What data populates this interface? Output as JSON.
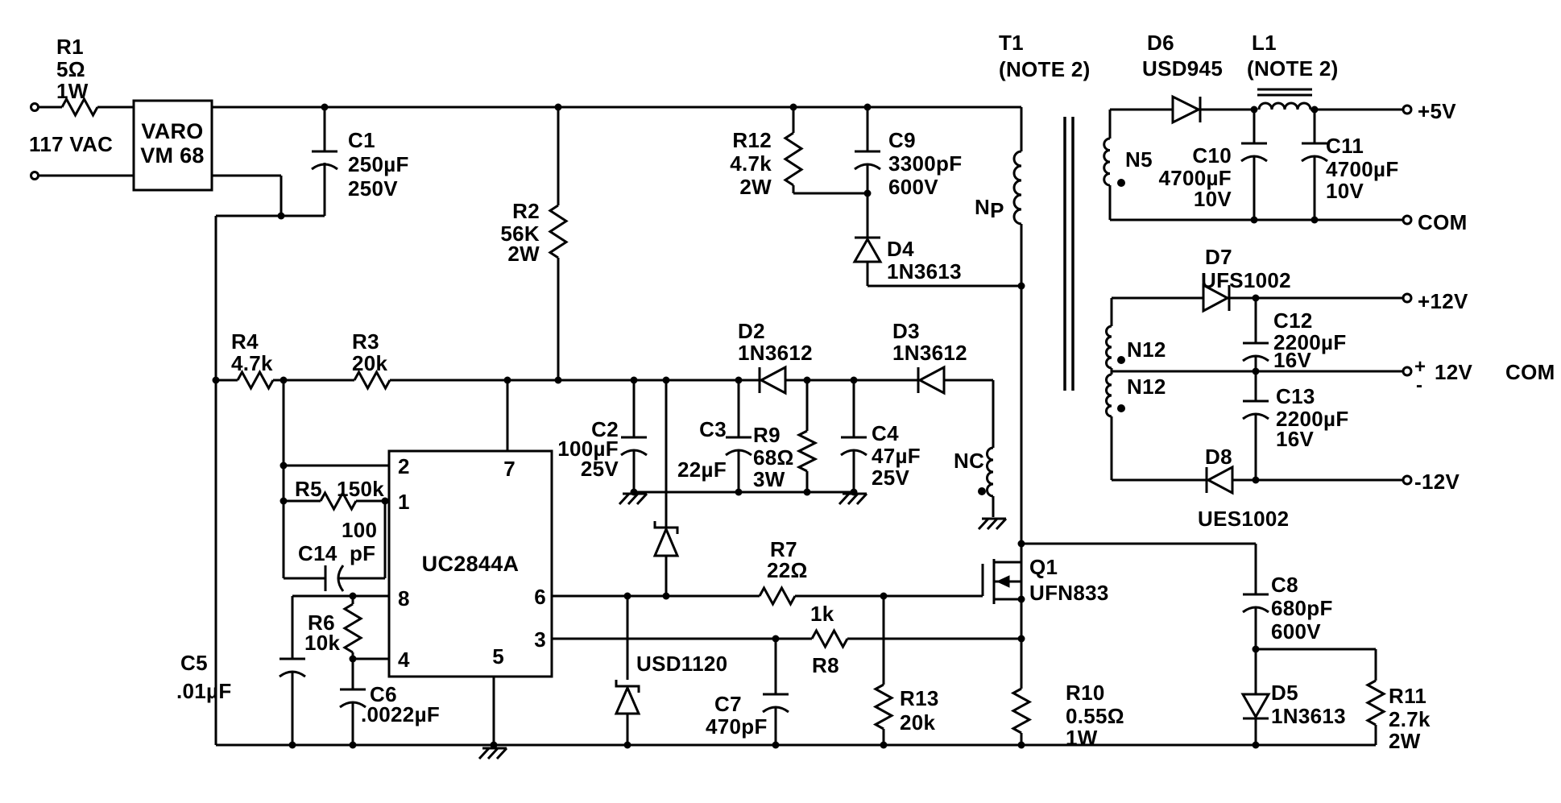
{
  "input": {
    "label": "117 VAC"
  },
  "bridge": {
    "line1": "VARO",
    "line2": "VM 68"
  },
  "ic": {
    "part": "UC2844A",
    "pins": {
      "p1": "1",
      "p2": "2",
      "p3": "3",
      "p4": "4",
      "p5": "5",
      "p6": "6",
      "p7": "7",
      "p8": "8"
    }
  },
  "resistors": {
    "r1": {
      "ref": "R1",
      "value": "5Ω",
      "power": "1W"
    },
    "r2": {
      "ref": "R2",
      "value": "56K",
      "power": "2W"
    },
    "r3": {
      "ref": "R3",
      "value": "20k"
    },
    "r4": {
      "ref": "R4",
      "value": "4.7k"
    },
    "r5": {
      "ref": "R5",
      "value": "150k"
    },
    "r6": {
      "ref": "R6",
      "value": "10k"
    },
    "r7": {
      "ref": "R7",
      "value": "22Ω"
    },
    "r8": {
      "ref": "R8",
      "value": "1k"
    },
    "r9": {
      "ref": "R9",
      "value": "68Ω",
      "power": "3W"
    },
    "r10": {
      "ref": "R10",
      "value": "0.55Ω",
      "power": "1W"
    },
    "r11": {
      "ref": "R11",
      "value": "2.7k",
      "power": "2W"
    },
    "r12": {
      "ref": "R12",
      "value": "4.7k",
      "power": "2W"
    },
    "r13": {
      "ref": "R13",
      "value": "20k"
    }
  },
  "capacitors": {
    "c1": {
      "ref": "C1",
      "value": "250µF",
      "voltage": "250V"
    },
    "c2": {
      "ref": "C2",
      "value": "100µF",
      "voltage": "25V"
    },
    "c3": {
      "ref": "C3",
      "value": "22µF"
    },
    "c4": {
      "ref": "C4",
      "value": "47µF",
      "voltage": "25V"
    },
    "c5": {
      "ref": "C5",
      "value": ".01µF"
    },
    "c6": {
      "ref": "C6",
      "value": ".0022µF"
    },
    "c7": {
      "ref": "C7",
      "value": "470pF"
    },
    "c8": {
      "ref": "C8",
      "value": "680pF",
      "voltage": "600V"
    },
    "c9": {
      "ref": "C9",
      "value": "3300pF",
      "voltage": "600V"
    },
    "c10": {
      "ref": "C10",
      "value": "4700µF",
      "voltage": "10V"
    },
    "c11": {
      "ref": "C11",
      "value": "4700µF",
      "voltage": "10V"
    },
    "c12": {
      "ref": "C12",
      "value": "2200µF",
      "voltage": "16V"
    },
    "c13": {
      "ref": "C13",
      "value": "2200µF",
      "voltage": "16V"
    },
    "c14": {
      "ref": "C14",
      "value_top": "100",
      "value_bottom": "pF"
    }
  },
  "diodes": {
    "d2": {
      "ref": "D2",
      "part": "1N3612"
    },
    "d3": {
      "ref": "D3",
      "part": "1N3612"
    },
    "d4": {
      "ref": "D4",
      "part": "1N3613"
    },
    "d5": {
      "ref": "D5",
      "part": "1N3613"
    },
    "d6": {
      "ref": "D6",
      "part": "USD945"
    },
    "d7": {
      "ref": "D7",
      "part": "UFS1002"
    },
    "d8": {
      "ref": "D8",
      "part": "UES1002"
    },
    "clamp": {
      "part": "USD1120"
    }
  },
  "transistor": {
    "ref": "Q1",
    "part": "UFN833"
  },
  "magnetics": {
    "t1_ref": "T1",
    "t1_note": "(NOTE 2)",
    "l1_ref": "L1",
    "l1_note": "(NOTE 2)",
    "np": "N",
    "np_sub": "P",
    "n5": "N5",
    "n12_upper": "N12",
    "n12_lower": "N12",
    "nc": "NC"
  },
  "outputs": {
    "plus5": "+5V",
    "com": "COM",
    "plus12": "+12V",
    "pm12_plus": "+",
    "pm12_minus": "-",
    "pm12_label": "12V",
    "pm12_com": "COM",
    "minus12": "-12V"
  }
}
